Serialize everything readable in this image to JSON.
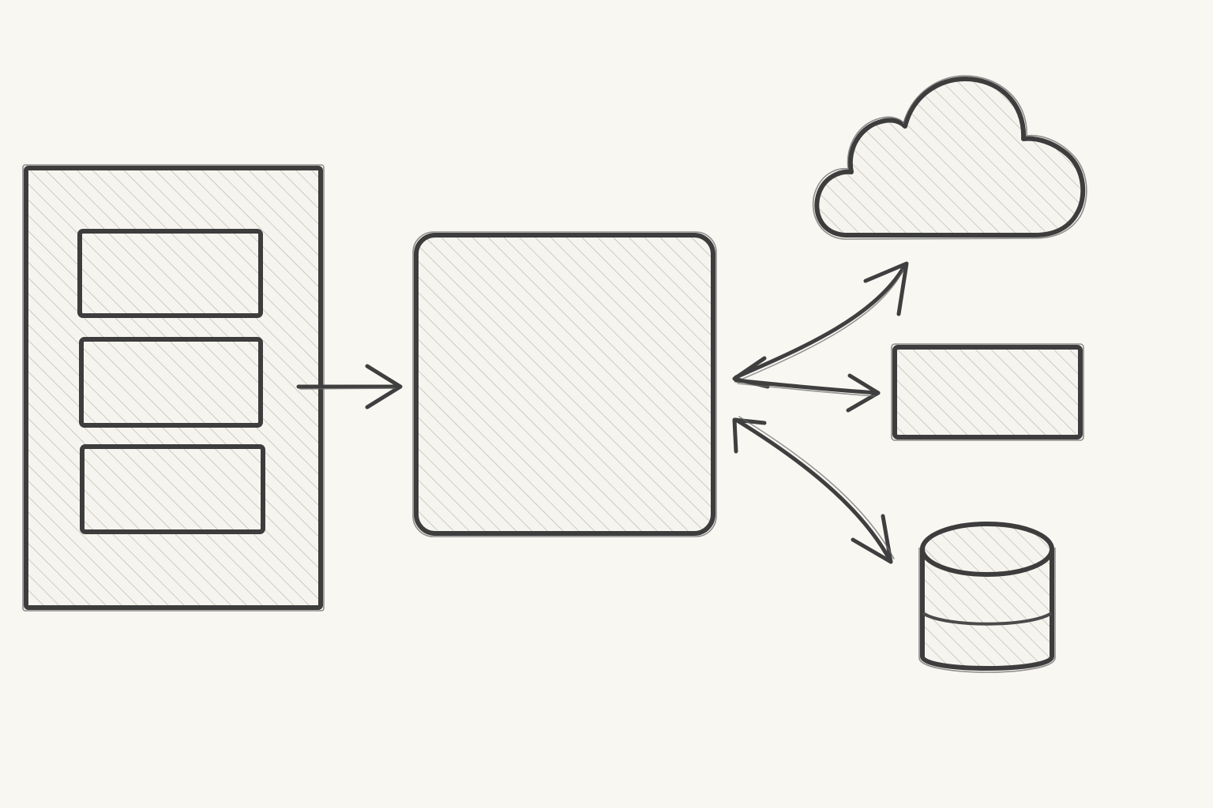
{
  "diagram": {
    "style": "pencil-sketch",
    "colors": {
      "paper": "#f9f7f2",
      "pencil": "#3d3d3d",
      "hatch": "#b8b5ae"
    },
    "nodes": [
      {
        "id": "list-panel",
        "shape": "panel-with-three-blocks"
      },
      {
        "id": "central-box",
        "shape": "rounded-square"
      },
      {
        "id": "cloud",
        "shape": "cloud-icon"
      },
      {
        "id": "small-box",
        "shape": "rectangle"
      },
      {
        "id": "database",
        "shape": "cylinder-icon"
      }
    ],
    "edges": [
      {
        "from": "list-panel",
        "to": "central-box",
        "direction": "one-way"
      },
      {
        "from": "central-box",
        "to": "cloud",
        "direction": "two-way"
      },
      {
        "from": "central-box",
        "to": "small-box",
        "direction": "two-way"
      },
      {
        "from": "central-box",
        "to": "database",
        "direction": "two-way"
      }
    ]
  }
}
